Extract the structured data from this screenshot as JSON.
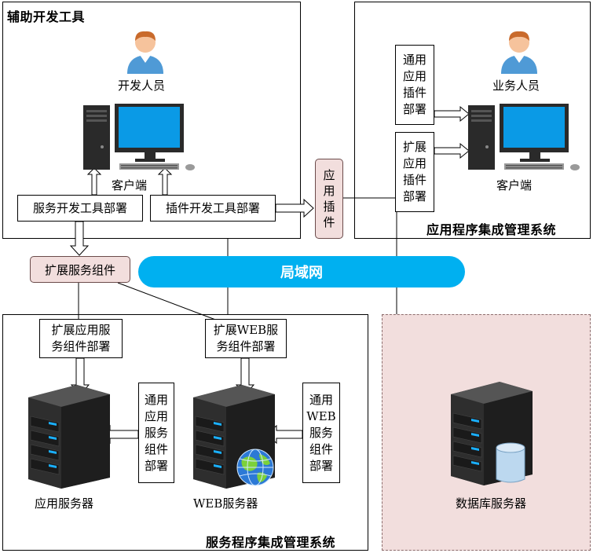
{
  "regions": {
    "dev_tools": "辅助开发工具",
    "app_system": "应用程序集成管理系统",
    "service_system": "服务程序集成管理系统"
  },
  "dev": {
    "person": "开发人员",
    "client": "客户端"
  },
  "biz": {
    "person": "业务人员",
    "client": "客户端"
  },
  "boxes": {
    "service_dev_tool": "服务开发工具部署",
    "plugin_dev_tool": "插件开发工具部署",
    "app_plugin": [
      "应",
      "用",
      "插",
      "件"
    ],
    "common_app_plugin": [
      "通用",
      "应用",
      "插件",
      "部署"
    ],
    "ext_app_plugin": [
      "扩展",
      "应用",
      "插件",
      "部署"
    ],
    "ext_service": "扩展服务组件",
    "ext_app_service": [
      "扩展应用服",
      "务组件部署"
    ],
    "ext_web_service": [
      "扩展WEB服",
      "务组件部署"
    ],
    "common_app_service": [
      "通用",
      "应用",
      "服务",
      "组件",
      "部署"
    ],
    "common_web_service": [
      "通用",
      "WEB",
      "服务",
      "组件",
      "部署"
    ]
  },
  "lan": "局域网",
  "servers": {
    "app": "应用服务器",
    "web": "WEB服务器",
    "db": "数据库服务器"
  },
  "icons": [
    "person-icon",
    "desktop-computer-icon",
    "server-icon",
    "globe-icon",
    "database-icon"
  ],
  "colors": {
    "lan": "#00b0f0",
    "pink": "#f2dedd",
    "server": "#2b2b2b",
    "server_light": "#00b0f0"
  }
}
